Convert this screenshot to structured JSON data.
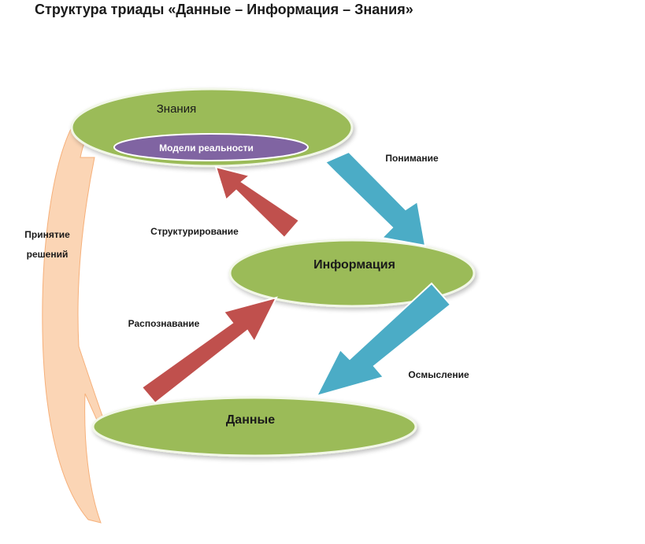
{
  "title": "Структура триады «Данные – Информация – Знания»",
  "nodes": {
    "knowledge": "Знания",
    "models": "Модели реальности",
    "information": "Информация",
    "data": "Данные"
  },
  "arrows": {
    "understanding": "Понимание",
    "structuring": "Структурирование",
    "recognition": "Распознавание",
    "comprehension": "Осмысление",
    "decision_line1": "Принятие",
    "decision_line2": "решений"
  },
  "colors": {
    "ellipse_fill": "#9bbb59",
    "ellipse_stroke": "#f2f7e8",
    "models_fill": "#8064a2",
    "red_arrow": "#c0504d",
    "blue_arrow": "#4bacc6",
    "side_arrow": "#fbd5b5",
    "side_arrow_stroke": "#f6b07a"
  }
}
